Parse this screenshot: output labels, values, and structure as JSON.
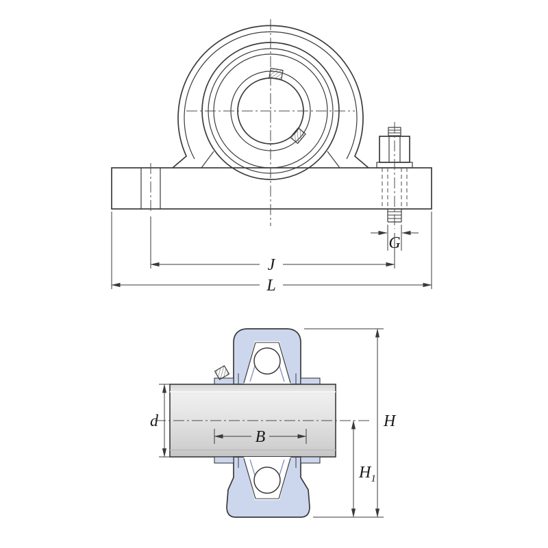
{
  "colors": {
    "housing_blue": "#ccd7ee",
    "bearing_cage_blue": "#8696c4",
    "shaft_gray": "#e0e0e0",
    "line_dark": "#3a3a3a"
  },
  "front_view": {
    "dim_labels": {
      "G": "G",
      "J": "J",
      "L": "L"
    }
  },
  "side_view": {
    "dim_labels": {
      "d": "d",
      "B": "B",
      "H": "H",
      "H1_base": "H",
      "H1_sub": "1"
    }
  }
}
